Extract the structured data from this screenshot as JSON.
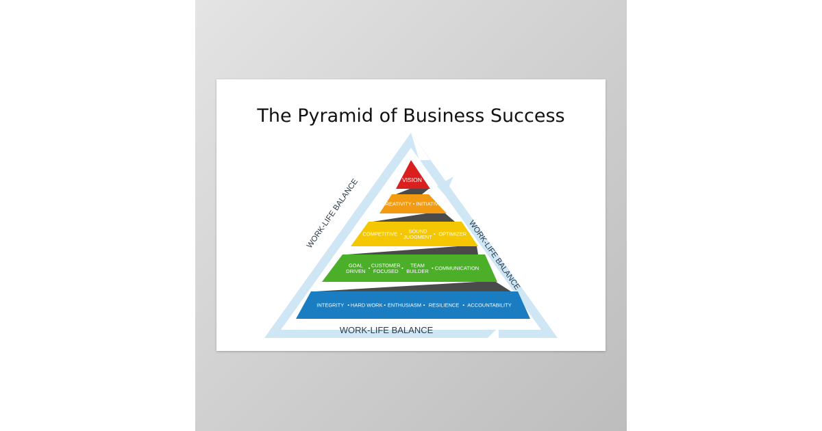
{
  "title": "The Pyramid of Business Success",
  "balance_label": "WORK-LIFE BALANCE",
  "tiers": [
    {
      "segments": [
        [
          "VISION"
        ]
      ],
      "color": "#d9201e"
    },
    {
      "segments": [
        [
          "CREATIVITY • INITIATIVE"
        ]
      ],
      "color": "#f29a12"
    },
    {
      "segments": [
        [
          "COMPETITIVE"
        ],
        [
          "•"
        ],
        [
          "SOUND",
          "JUDGMENT"
        ],
        [
          "•"
        ],
        [
          "OPTIMIZER"
        ]
      ],
      "color": "#f5c700"
    },
    {
      "segments": [
        [
          "GOAL",
          "DRIVEN"
        ],
        [
          "•"
        ],
        [
          "CUSTOMER",
          "FOCUSED"
        ],
        [
          "•"
        ],
        [
          "TEAM",
          "BUILDER"
        ],
        [
          "•"
        ],
        [
          "COMMUNICATION"
        ]
      ],
      "color": "#4caf2a"
    },
    {
      "segments": [
        [
          "INTEGRITY"
        ],
        [
          "•"
        ],
        [
          "HARD WORK"
        ],
        [
          "•"
        ],
        [
          "ENTHUSIASM"
        ],
        [
          "•"
        ],
        [
          "RESILIENCE"
        ],
        [
          "•"
        ],
        [
          "ACCOUNTABILITY"
        ]
      ],
      "color": "#1a7cc1"
    }
  ],
  "colors": {
    "frame": "#cfe6f5",
    "ribbon": "#4a4a4a",
    "tier_text": "#ffffff",
    "balance_text": "#2b3a47"
  }
}
